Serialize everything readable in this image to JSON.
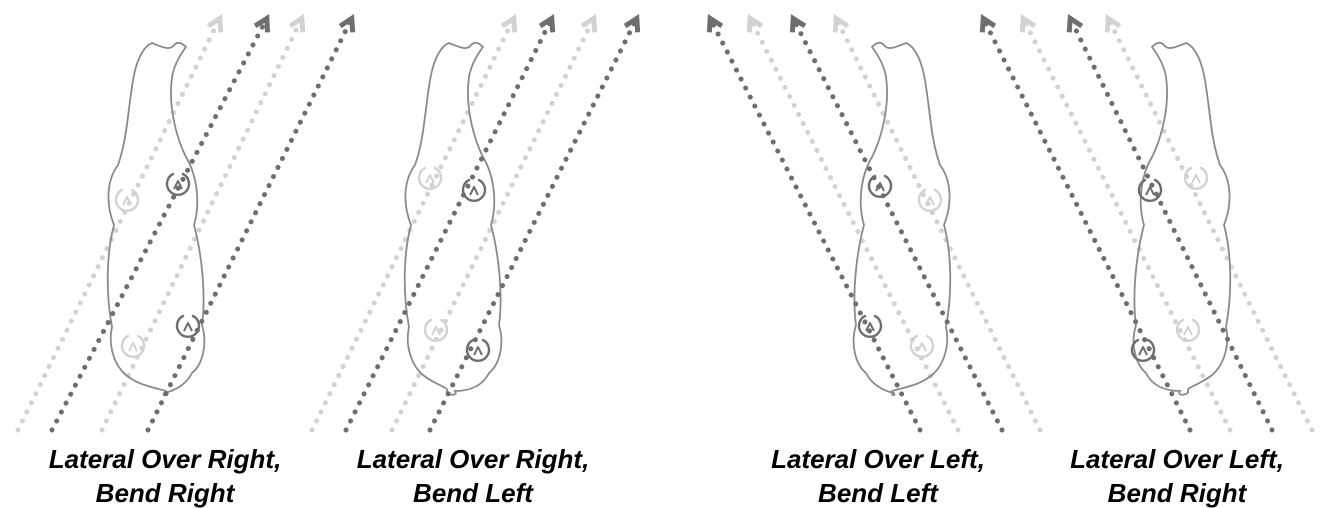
{
  "diagrams": [
    {
      "caption_line1": "Lateral Over Right,",
      "caption_line2": "Bend Right",
      "direction": "right",
      "bend": "right"
    },
    {
      "caption_line1": "Lateral Over Right,",
      "caption_line2": "Bend Left",
      "direction": "right",
      "bend": "left"
    },
    {
      "caption_line1": "Lateral Over Left,",
      "caption_line2": "Bend Left",
      "direction": "left",
      "bend": "left"
    },
    {
      "caption_line1": "Lateral Over Left,",
      "caption_line2": "Bend Right",
      "direction": "left",
      "bend": "right"
    }
  ],
  "colors": {
    "dark_track": "#6e6e6e",
    "light_track": "#d2d2d2",
    "outline": "#8a8a8a",
    "caption": "#000000"
  }
}
